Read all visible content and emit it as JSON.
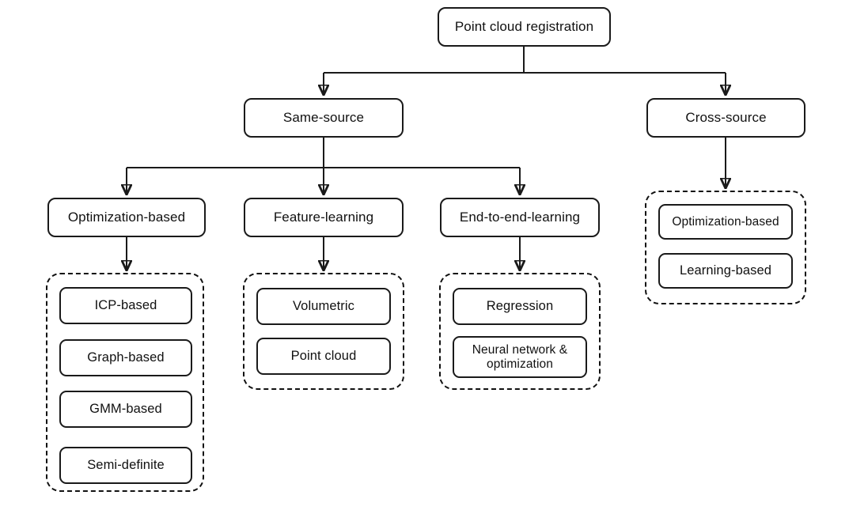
{
  "diagram": {
    "title": "Point cloud registration",
    "type": "taxonomy-tree",
    "colors": {
      "stroke": "#1a1a1a",
      "text": "#111111",
      "background": "#ffffff",
      "group_stroke": "#111111"
    },
    "root": {
      "label": "Point cloud registration"
    },
    "level1": [
      {
        "label": "Same-source"
      },
      {
        "label": "Cross-source"
      }
    ],
    "level2": [
      {
        "label": "Optimization-based"
      },
      {
        "label": "Feature-learning"
      },
      {
        "label": "End-to-end-learning"
      }
    ],
    "groups": [
      {
        "name": "optimization-based-methods",
        "items": [
          {
            "label": "ICP-based"
          },
          {
            "label": "Graph-based"
          },
          {
            "label": "GMM-based"
          },
          {
            "label": "Semi-definite"
          }
        ]
      },
      {
        "name": "feature-learning-methods",
        "items": [
          {
            "label": "Volumetric"
          },
          {
            "label": "Point cloud"
          }
        ]
      },
      {
        "name": "end-to-end-learning-methods",
        "items": [
          {
            "label": "Regression"
          },
          {
            "label": "Neural network & optimization"
          }
        ]
      },
      {
        "name": "cross-source-methods",
        "items": [
          {
            "label": "Optimization-based"
          },
          {
            "label": "Learning-based"
          }
        ]
      }
    ]
  }
}
